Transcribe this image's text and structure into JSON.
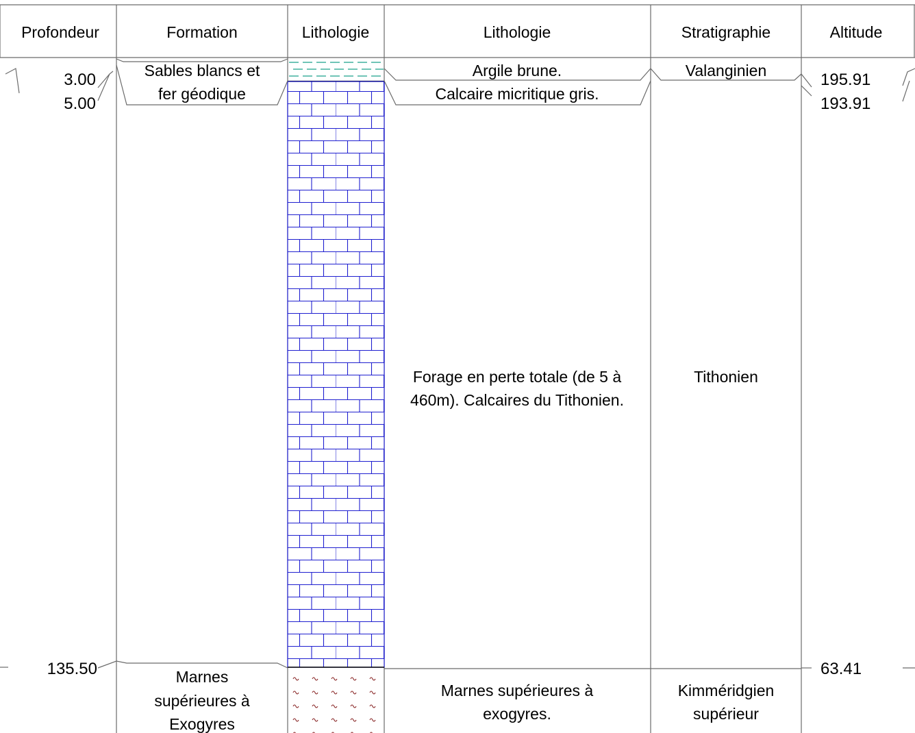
{
  "colors": {
    "limestone": "#1f1fd0",
    "clay": "#1aa08a",
    "marl": "#8b2a2a",
    "frame": "#6b6b6b"
  },
  "headers": {
    "profondeur": "Profondeur",
    "formation": "Formation",
    "lithologie_pattern": "Lithologie",
    "lithologie_desc": "Lithologie",
    "stratigraphie": "Stratigraphie",
    "altitude": "Altitude"
  },
  "depths": [
    "3.00",
    "5.00",
    "135.50"
  ],
  "altitudes": [
    "195.91",
    "193.91",
    "63.41"
  ],
  "formations": {
    "f1": [
      "Sables blancs et",
      "fer géodique"
    ],
    "f2": [
      "Marnes",
      "supérieures à",
      "Exogyres"
    ]
  },
  "lithologies": {
    "l1": "Argile brune.",
    "l2": "Calcaire micritique gris.",
    "l3": [
      "Forage en perte totale (de 5 à",
      "460m). Calcaires du Tithonien."
    ],
    "l4": [
      "Marnes supérieures à",
      "exogyres."
    ]
  },
  "stratigraphy": {
    "s1": "Valanginien",
    "s2": "Tithonien",
    "s3": [
      "Kimméridgien",
      "supérieur"
    ]
  },
  "lithology_patterns": [
    {
      "name": "clay",
      "from_depth": 0.0,
      "to_depth": 3.0
    },
    {
      "name": "limestone",
      "from_depth": 3.0,
      "to_depth": 135.5
    },
    {
      "name": "marl",
      "from_depth": 135.5
    }
  ]
}
